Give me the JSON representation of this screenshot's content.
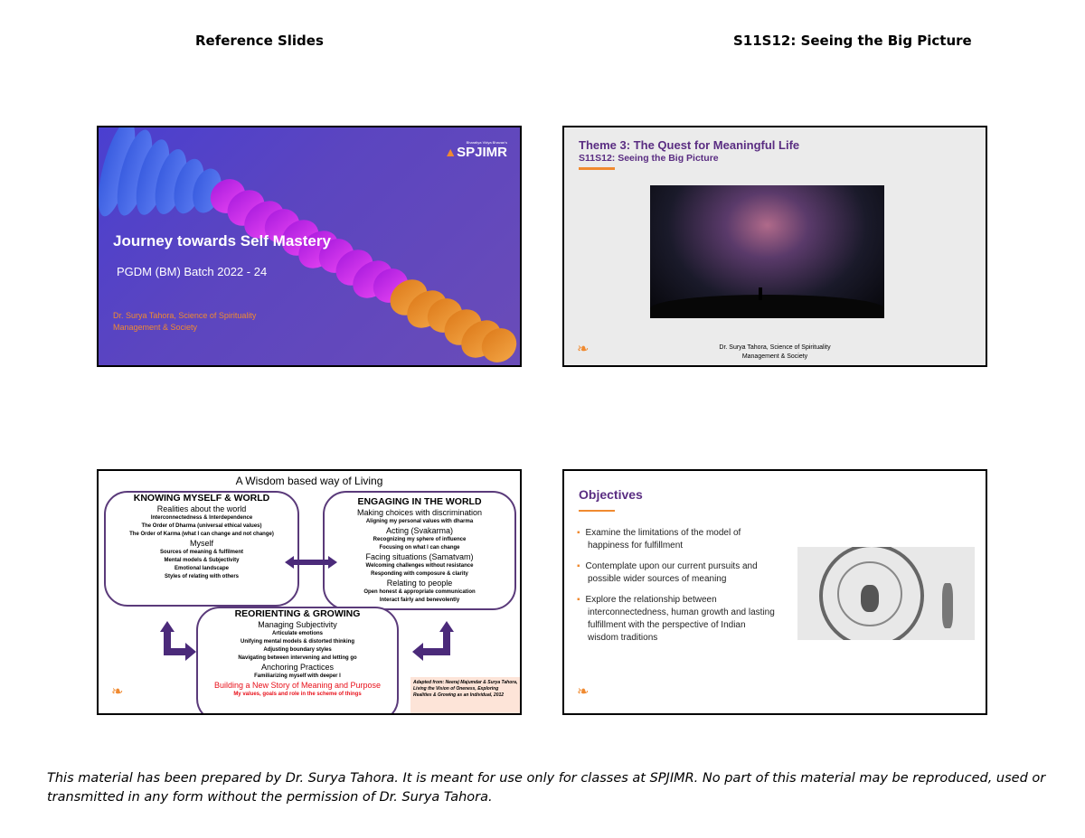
{
  "header": {
    "left": "Reference Slides",
    "right": "S11S12: Seeing the Big Picture"
  },
  "slide1": {
    "logo_tagline": "Bharatiya Vidya Bhavan's",
    "logo": "SPJIMR",
    "title": "Journey towards Self Mastery",
    "subtitle": "PGDM (BM) Batch 2022 - 24",
    "author_line1": "Dr. Surya Tahora, Science of Spirituality",
    "author_line2": "Management & Society"
  },
  "slide2": {
    "title": "Theme 3: The Quest for Meaningful Life",
    "subtitle": "S11S12: Seeing the Big Picture",
    "credit_line1": "Dr. Surya Tahora, Science of Spirituality",
    "credit_line2": "Management & Society"
  },
  "slide3": {
    "title": "A Wisdom based way of Living",
    "left": {
      "heading": "KNOWING MYSELF & WORLD",
      "sub1": "Realities about the world",
      "items1": [
        "Interconnectedness & Interdependence",
        "The Order of Dharma (universal ethical values)",
        "The Order of Karma (what I can change and not change)"
      ],
      "sub2": "Myself",
      "items2": [
        "Sources of meaning & fulfilment",
        "Mental models & Subjectivity",
        "Emotional landscape",
        "Styles of relating with others"
      ]
    },
    "right": {
      "heading": "ENGAGING IN THE WORLD",
      "sub1": "Making choices with discrimination",
      "item1": "Aligning my personal values with dharma",
      "sub2": "Acting (Svakarma)",
      "items2": [
        "Recognizing my sphere of influence",
        "Focusing on what I can change"
      ],
      "sub3": "Facing situations (Samatvam)",
      "items3": [
        "Welcoming challenges without resistance",
        "Responding with composure & clarity"
      ],
      "sub4": "Relating to people",
      "items4": [
        "Open honest & appropriate communication",
        "Interact fairly and benevolently"
      ]
    },
    "bottom": {
      "heading": "REORIENTING & GROWING",
      "sub1": "Managing Subjectivity",
      "items1": [
        "Articulate emotions",
        "Unifying mental models & distorted thinking",
        "Adjusting boundary styles",
        "Navigating between intervening and letting go"
      ],
      "sub2": "Anchoring Practices",
      "item2": "Familiarizing myself with deeper I",
      "red_title": "Building a New Story of Meaning and Purpose",
      "red_sub": "My values, goals and role in the scheme of things"
    },
    "citation": [
      "Adapted from: Neeraj Majumdar & Surya Tahora,",
      "Living the Vision of Oneness, Exploring Realities & Growing as an Individual, 2012"
    ]
  },
  "slide4": {
    "title": "Objectives",
    "bullets": [
      "Examine the limitations of the model of happiness for fulfillment",
      "Contemplate upon our current pursuits and possible wider sources of meaning",
      "Explore the relationship between interconnectedness, human growth and lasting fulfillment with the perspective of Indian wisdom traditions"
    ]
  },
  "footer": "This material has been prepared by Dr. Surya Tahora. It is meant for use only for classes at SPJIMR. No part of this material may be reproduced, used or transmitted in any form without the permission of Dr. Surya Tahora.",
  "colors": {
    "purple": "#5a2d82",
    "orange": "#f08a30",
    "red": "#e8101a"
  }
}
